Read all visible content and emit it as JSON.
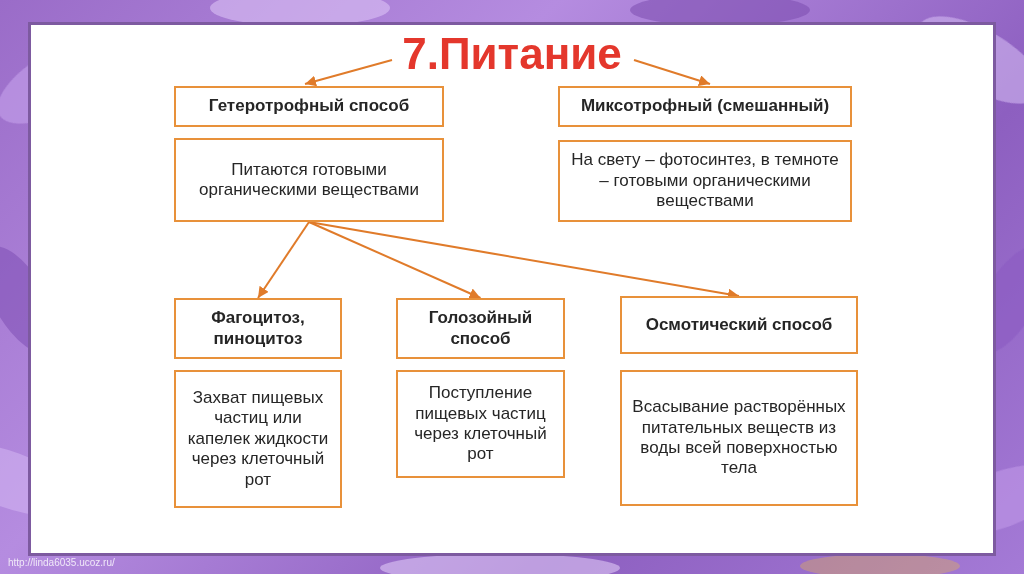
{
  "diagram": {
    "title": "7.Питание",
    "nodes": [
      {
        "text": [
          "Гетеротрофный способ"
        ]
      },
      {
        "text": [
          "Миксотрофный (смешанный)"
        ]
      },
      {
        "text": [
          "Питаются готовыми органическими веществами"
        ]
      },
      {
        "text": [
          "На свету – фотосинтез, в темноте – готовыми органическими веществами"
        ]
      },
      {
        "text": [
          "Фагоцитоз, пиноцитоз"
        ]
      },
      {
        "text": [
          "Голозойный способ"
        ]
      },
      {
        "text": [
          "Осмотический способ"
        ]
      },
      {
        "text": [
          "Захват пищевых частиц или капелек жидкости через клеточный рот"
        ]
      },
      {
        "text": [
          "Поступление пищевых частиц через клеточный рот"
        ]
      },
      {
        "text": [
          "Всасывание растворённых питательных веществ из воды всей поверхностью тела"
        ]
      }
    ],
    "edges": [
      {
        "from": 2,
        "to": 4,
        "arrow": "to"
      },
      {
        "from": 2,
        "to": 5,
        "arrow": "to"
      },
      {
        "from": 2,
        "to": 6,
        "arrow": "to"
      }
    ],
    "labels": [
      "http://linda6035.ucoz.ru/"
    ]
  }
}
